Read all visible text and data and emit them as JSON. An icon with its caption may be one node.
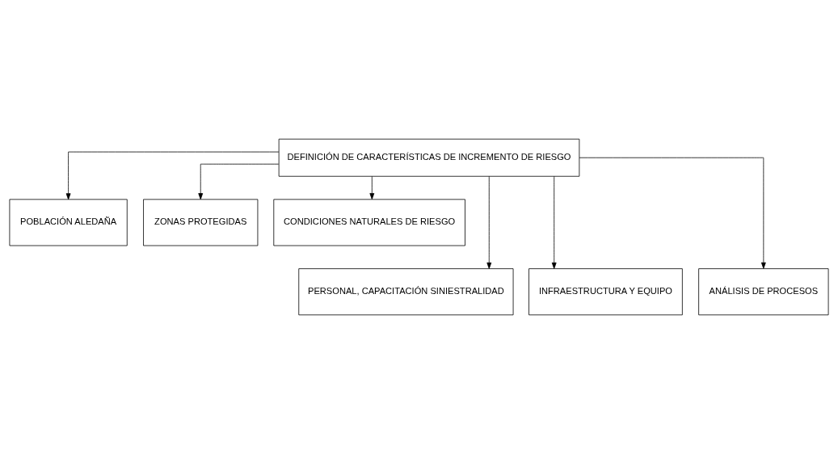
{
  "diagram": {
    "nodes": [
      {
        "text": [
          "DEFINICIÓN DE CARACTERÍSTICAS DE INCREMENTO DE RIESGO"
        ]
      },
      {
        "text": [
          "POBLACIÓN ALEDAÑA"
        ]
      },
      {
        "text": [
          "ZONAS PROTEGIDAS"
        ]
      },
      {
        "text": [
          "CONDICIONES NATURALES DE RIESGO"
        ]
      },
      {
        "text": [
          "PERSONAL, CAPACITACIÓN SINIESTRALIDAD"
        ]
      },
      {
        "text": [
          "INFRAESTRUCTURA Y EQUIPO"
        ]
      },
      {
        "text": [
          "ANÁLISIS DE PROCESOS"
        ]
      }
    ],
    "edges": [
      {
        "from": 0,
        "to": 4,
        "arrow": "to"
      },
      {
        "from": 0,
        "to": 1,
        "arrow": "to"
      },
      {
        "from": 0,
        "to": 5,
        "arrow": "to"
      },
      {
        "from": 0,
        "to": 2,
        "arrow": "to"
      },
      {
        "from": 0,
        "to": 6,
        "arrow": "to"
      },
      {
        "from": 0,
        "to": 3,
        "arrow": "to"
      }
    ]
  }
}
